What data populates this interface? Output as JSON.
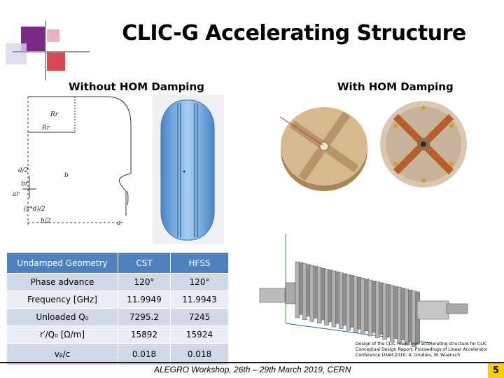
{
  "title": "CLIC-G Accelerating Structure",
  "left_heading": "Without HOM Damping",
  "right_heading": "With HOM Damping",
  "diagram_labels": {
    "rr_top": "Rr",
    "rr_mid": "Rr",
    "d_half": "d/2",
    "b": "b",
    "b_small": "br",
    "a_small": "ar",
    "s_d_half": "(s*d)/2",
    "h_half": "h/2",
    "a": "a"
  },
  "table": {
    "headers": [
      "Undamped Geometry",
      "CST",
      "HFSS"
    ],
    "rows": [
      [
        "Phase advance",
        "120°",
        "120°"
      ],
      [
        "Frequency [GHz]",
        "11.9949",
        "11.9943"
      ],
      [
        "Unloaded Q₀",
        "7295.2",
        "7245"
      ],
      [
        "r′/Q₀ [Ω/m]",
        "15892",
        "15924"
      ],
      [
        "vᵦ/c",
        "0.018",
        "0.018"
      ]
    ]
  },
  "caption": "Design of the CLIC main linac accelerating structure for CLIC Conceptual Design Report, Proceedings of Linear Accelerator Conference LINAC2010, A. Grudiev, W. Wuensch",
  "footer": "ALEGRO Workshop, 26th – 29th March 2019, CERN",
  "page_number": "5",
  "colors": {
    "table_header": "#4f81bd",
    "table_row_odd": "#d0d8e8",
    "table_row_even": "#e9edf4",
    "page_badge": "#fcd000",
    "deco_purple": "#7b2a86",
    "deco_red": "#d9474f",
    "deco_light": "#c7c3df"
  }
}
